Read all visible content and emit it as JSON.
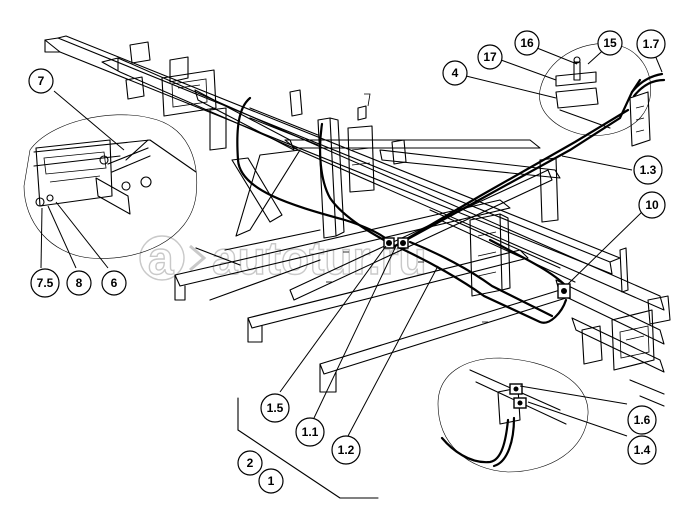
{
  "watermark": {
    "text": "autotur.ru",
    "logo_letter": "a"
  },
  "callouts": [
    {
      "id": "c-16",
      "label": "16"
    },
    {
      "id": "c-15",
      "label": "15"
    },
    {
      "id": "c-17",
      "label": "17"
    },
    {
      "id": "c-1-7",
      "label": "1.7"
    },
    {
      "id": "c-4",
      "label": "4"
    },
    {
      "id": "c-7",
      "label": "7"
    },
    {
      "id": "c-1-3",
      "label": "1.3"
    },
    {
      "id": "c-10",
      "label": "10"
    },
    {
      "id": "c-7-5",
      "label": "7.5"
    },
    {
      "id": "c-8",
      "label": "8"
    },
    {
      "id": "c-6",
      "label": "6"
    },
    {
      "id": "c-1-5",
      "label": "1.5"
    },
    {
      "id": "c-1-6",
      "label": "1.6"
    },
    {
      "id": "c-1-1",
      "label": "1.1"
    },
    {
      "id": "c-1-4",
      "label": "1.4"
    },
    {
      "id": "c-1-2",
      "label": "1.2"
    },
    {
      "id": "c-2",
      "label": "2"
    },
    {
      "id": "c-1",
      "label": "1"
    }
  ]
}
